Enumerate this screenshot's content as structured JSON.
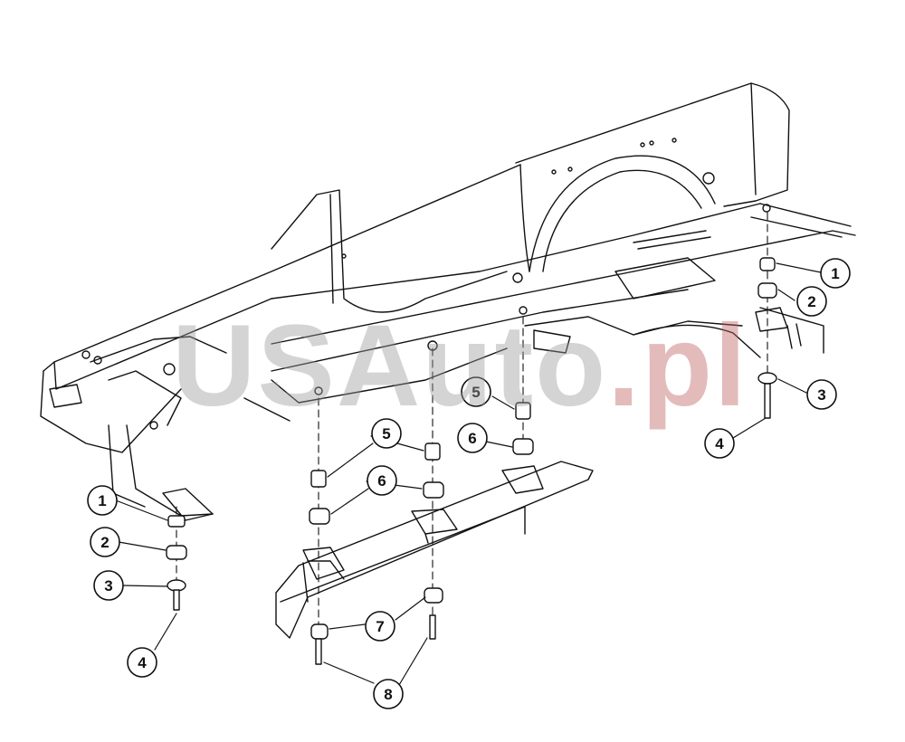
{
  "watermark": {
    "part1": "USAuto",
    "part2": ".pl"
  },
  "callouts": [
    {
      "id": "c1a",
      "label": "1"
    },
    {
      "id": "c2a",
      "label": "2"
    },
    {
      "id": "c3a",
      "label": "3"
    },
    {
      "id": "c4a",
      "label": "4"
    },
    {
      "id": "c5a",
      "label": "5"
    },
    {
      "id": "c6a",
      "label": "6"
    },
    {
      "id": "c7",
      "label": "7"
    },
    {
      "id": "c8",
      "label": "8"
    },
    {
      "id": "c5b",
      "label": "5"
    },
    {
      "id": "c6b",
      "label": "6"
    },
    {
      "id": "c1b",
      "label": "1"
    },
    {
      "id": "c2b",
      "label": "2"
    },
    {
      "id": "c3b",
      "label": "3"
    },
    {
      "id": "c4b",
      "label": "4"
    }
  ]
}
